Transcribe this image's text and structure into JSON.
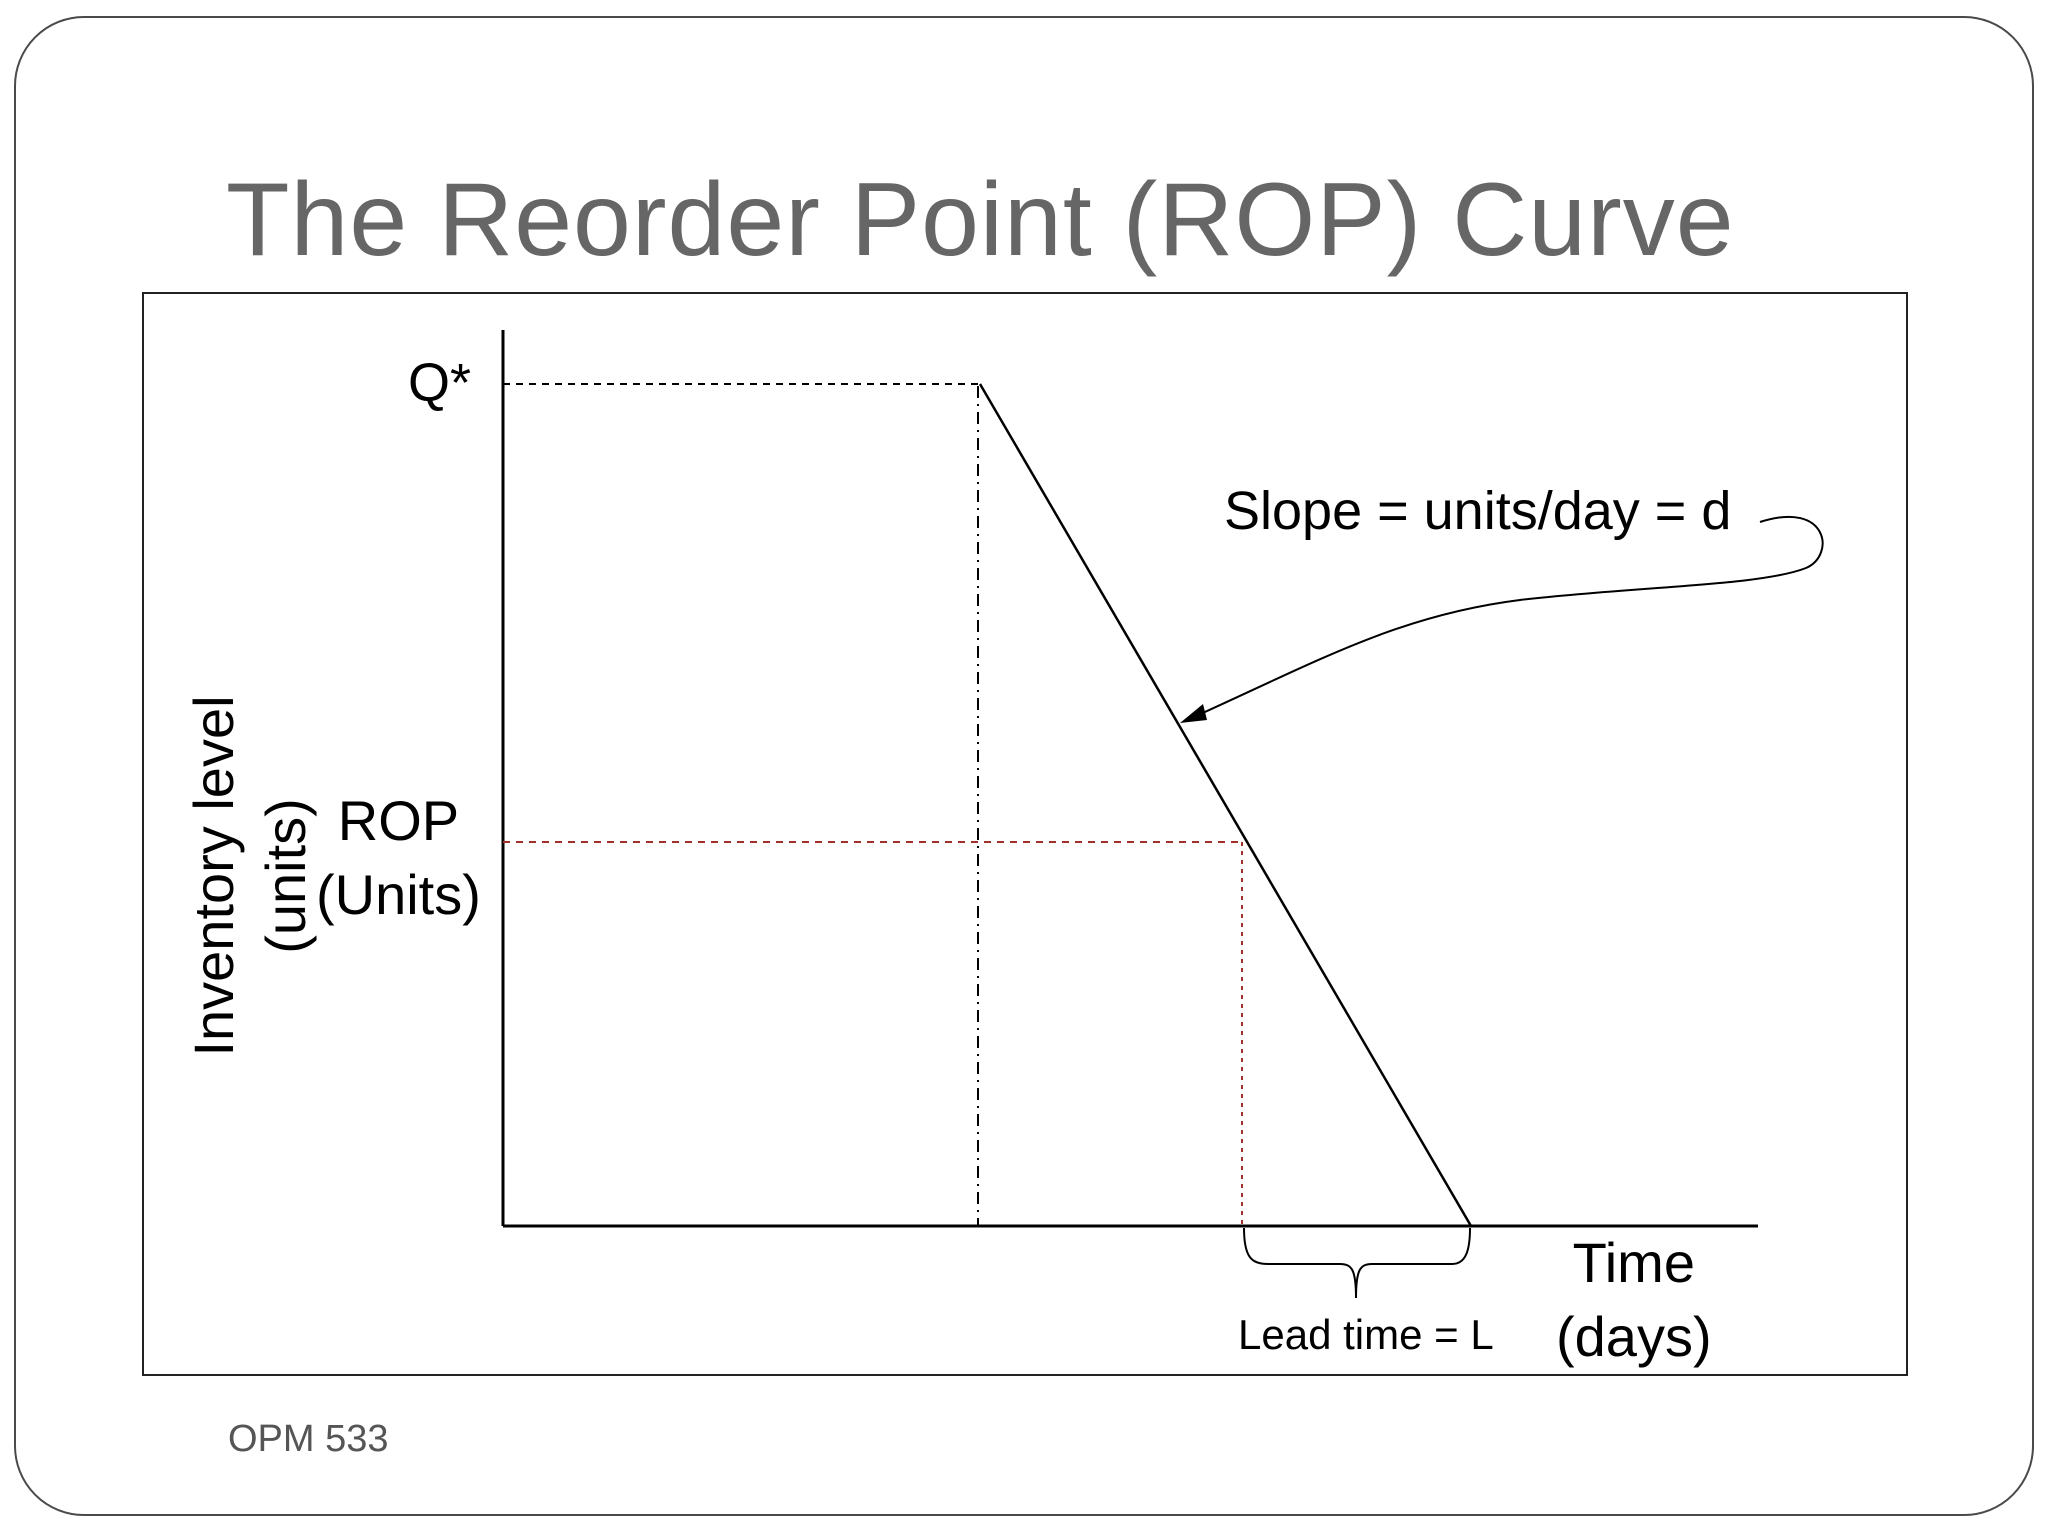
{
  "slide": {
    "title": "The Reorder Point (ROP) Curve",
    "footer": "OPM 533"
  },
  "diagram": {
    "labels": {
      "q_star": "Q*",
      "rop_line1": "ROP",
      "rop_line2": "(Units)",
      "y_axis_line1": "Inventory level",
      "y_axis_line2": "(units)",
      "x_axis_line1": "Time",
      "x_axis_line2": "(days)",
      "slope": "Slope = units/day = d",
      "lead_time": "Lead time = L"
    },
    "colors": {
      "axis": "#000000",
      "guide_dashed": "#000000",
      "rop_dashed": "#a0302a",
      "title": "#666666"
    }
  }
}
